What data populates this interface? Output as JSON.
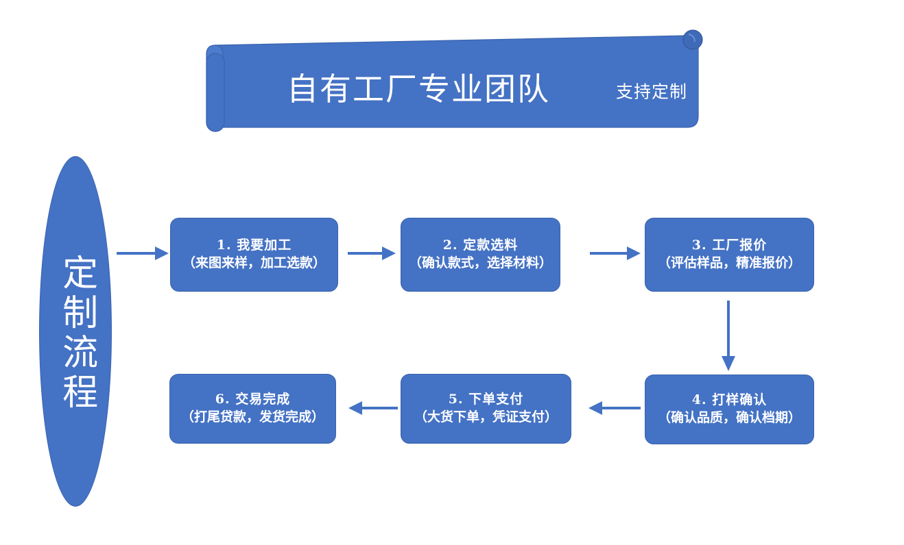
{
  "banner": {
    "title": "自有工厂专业团队",
    "subtitle": "支持定制",
    "fill_color": "#4472C4",
    "text_color": "#FFFFFF",
    "shape": "scroll-ribbon"
  },
  "oval": {
    "label": "定制流程",
    "fill_color": "#4472C4",
    "text_color": "#FFFFFF"
  },
  "flow": {
    "arrow_color": "#4472C4",
    "steps": [
      {
        "id": "box-1",
        "number": "1",
        "line1": "1. 我要加工",
        "line2": "（来图来样，加工选款）"
      },
      {
        "id": "box-2",
        "number": "2",
        "line1": "2. 定款选料",
        "line2": "（确认款式，选择材料）"
      },
      {
        "id": "box-3",
        "number": "3",
        "line1": "3. 工厂报价",
        "line2": "（评估样品，精准报价）"
      },
      {
        "id": "box-4",
        "number": "4",
        "line1": "4. 打样确认",
        "line2": "（确认品质，确认档期）"
      },
      {
        "id": "box-5",
        "number": "5",
        "line1": "5. 下单支付",
        "line2": "（大货下单，凭证支付）"
      },
      {
        "id": "box-6",
        "number": "6",
        "line1": "6. 交易完成",
        "line2": "（打尾贷款，发货完成）"
      }
    ],
    "connectors": [
      {
        "name": "arrow-oval-to-step1",
        "direction": "right"
      },
      {
        "name": "arrow-step1-to-step2",
        "direction": "right"
      },
      {
        "name": "arrow-step2-to-step3",
        "direction": "right"
      },
      {
        "name": "arrow-step3-to-step4",
        "direction": "down"
      },
      {
        "name": "arrow-step4-to-step5",
        "direction": "left"
      },
      {
        "name": "arrow-step5-to-step6",
        "direction": "left"
      }
    ]
  },
  "theme": {
    "background": "#FFFFFF",
    "accent": "#4472C4",
    "stroke": "#3A63AD"
  }
}
